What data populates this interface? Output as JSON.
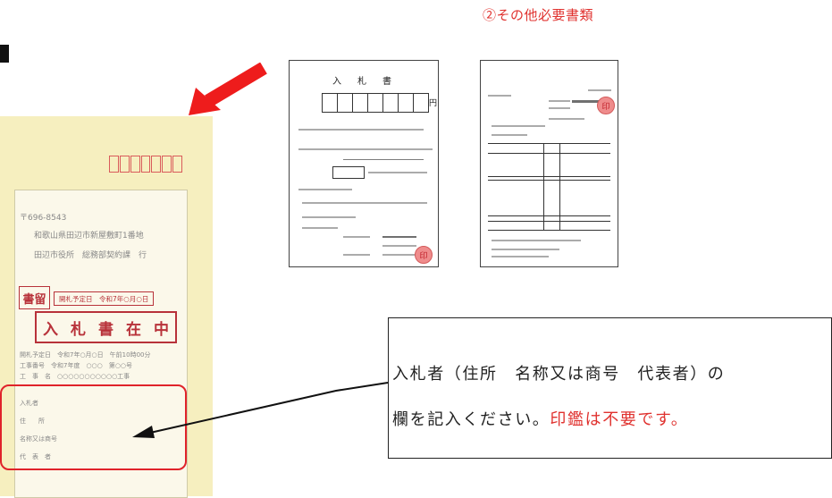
{
  "heading": "②その他必要書類",
  "envelope": {
    "postal_code": "〒696-8543",
    "address": "和歌山県田辺市新屋敷町1番地",
    "recipient": "田辺市役所　総務部契約課　行",
    "category_label": "書留",
    "deadline": "開札予定日　令和7年○月○日",
    "stamp": [
      "入",
      "札",
      "書",
      "在",
      "中"
    ],
    "info_lines": [
      "開札予定日　令和7年○月○日　午前10時00分",
      "工事番号　令和7年度　○○○　第○○号",
      "工　事　名　○○○○○○○○○○○工事"
    ],
    "bidder_lines": [
      "入札者",
      "住　　所",
      "名称又は商号",
      "代　表　者"
    ],
    "colors": {
      "envelope": "#f6efbf",
      "stamp": "#b8323a",
      "highlight": "#e0232a"
    }
  },
  "callout": {
    "line1": "入札者（住所　名称又は商号　代表者）の",
    "line2_normal": "欄を記入ください。",
    "line2_red": "印鑑は不要です。",
    "accent_color": "#e0322f"
  },
  "bid_form": {
    "title": "入　札　書",
    "unit": "円",
    "seal": "印"
  },
  "other_doc": {
    "seal": "印"
  }
}
